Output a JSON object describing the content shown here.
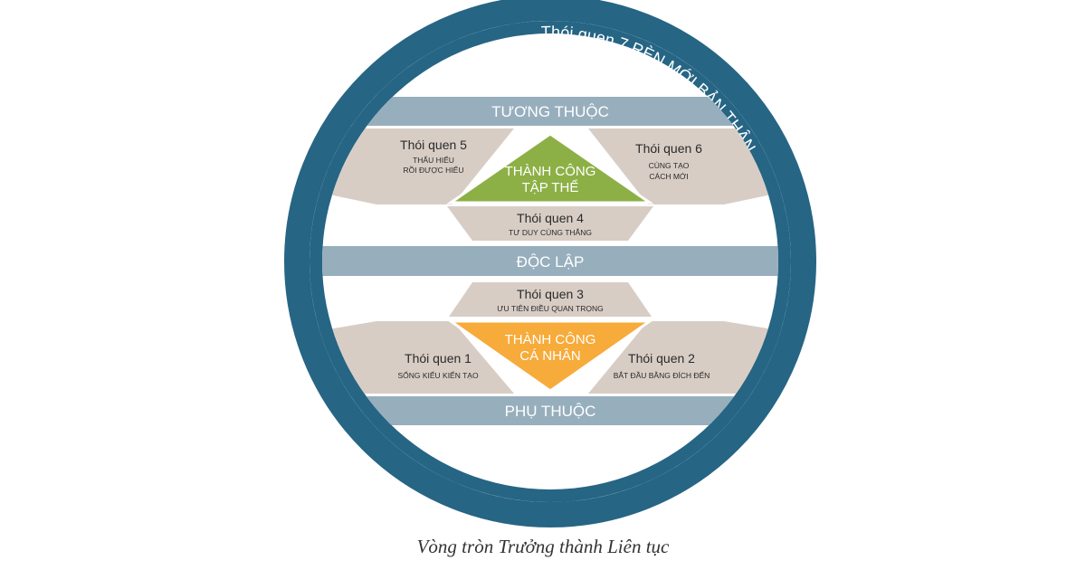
{
  "colors": {
    "ring": "#266584",
    "band": "#97aebd",
    "habit_shape": "#d8cdc5",
    "group_triangle": "#8db046",
    "personal_triangle": "#f7ab3a"
  },
  "ring_label": "Thói quen 7 RÈN MỚI BẢN THÂN",
  "bands": {
    "top": "TƯƠNG THUỘC",
    "middle": "ĐỘC LẬP",
    "bottom": "PHỤ THUỘC"
  },
  "habits": {
    "h5": {
      "title": "Thói quen 5",
      "sub1": "THẤU HIỂU",
      "sub2": "RỒI ĐƯỢC HIỂU"
    },
    "h6": {
      "title": "Thói quen 6",
      "sub1": "CÙNG TẠO",
      "sub2": "CÁCH MỚI"
    },
    "h4": {
      "title": "Thói quen 4",
      "sub1": "TƯ DUY CÙNG THẮNG"
    },
    "h3": {
      "title": "Thói quen 3",
      "sub1": "ƯU TIÊN ĐIỀU QUAN TRỌNG"
    },
    "h1": {
      "title": "Thói quen 1",
      "sub1": "SỐNG KIỂU KIẾN TẠO"
    },
    "h2": {
      "title": "Thói quen 2",
      "sub1": "BẮT ĐẦU BẰNG ĐÍCH ĐẾN"
    }
  },
  "triangles": {
    "group": {
      "line1": "THÀNH CÔNG",
      "line2": "TẬP THỂ"
    },
    "personal": {
      "line1": "THÀNH CÔNG",
      "line2": "CÁ NHÂN"
    }
  },
  "caption": "Vòng tròn Trưởng thành Liên tục"
}
